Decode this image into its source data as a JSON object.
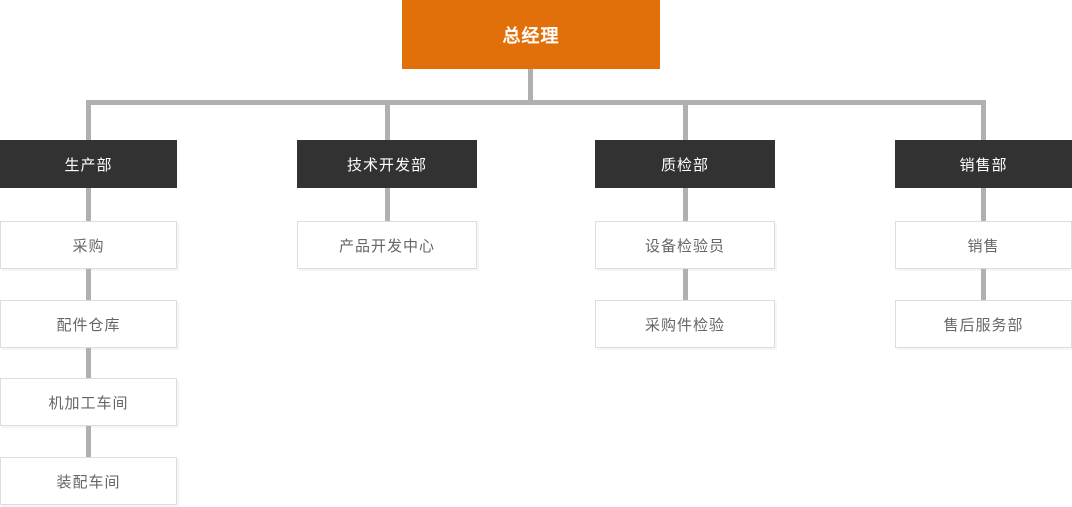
{
  "org": {
    "root": {
      "label": "总经理"
    },
    "departments": [
      {
        "label": "生产部",
        "children": [
          {
            "label": "采购"
          },
          {
            "label": "配件仓库"
          },
          {
            "label": "机加工车间"
          },
          {
            "label": "装配车间"
          }
        ]
      },
      {
        "label": "技术开发部",
        "children": [
          {
            "label": "产品开发中心"
          }
        ]
      },
      {
        "label": "质检部",
        "children": [
          {
            "label": "设备检验员"
          },
          {
            "label": "采购件检验"
          }
        ]
      },
      {
        "label": "销售部",
        "children": [
          {
            "label": "销售"
          },
          {
            "label": "售后服务部"
          }
        ]
      }
    ],
    "colors": {
      "root_bg": "#e2700a",
      "dept_bg": "#323232",
      "node_text_light": "#ffffff",
      "child_text": "#666666",
      "child_border": "#dddddd",
      "connector": "#b0b0b0",
      "background": "#ffffff"
    }
  }
}
